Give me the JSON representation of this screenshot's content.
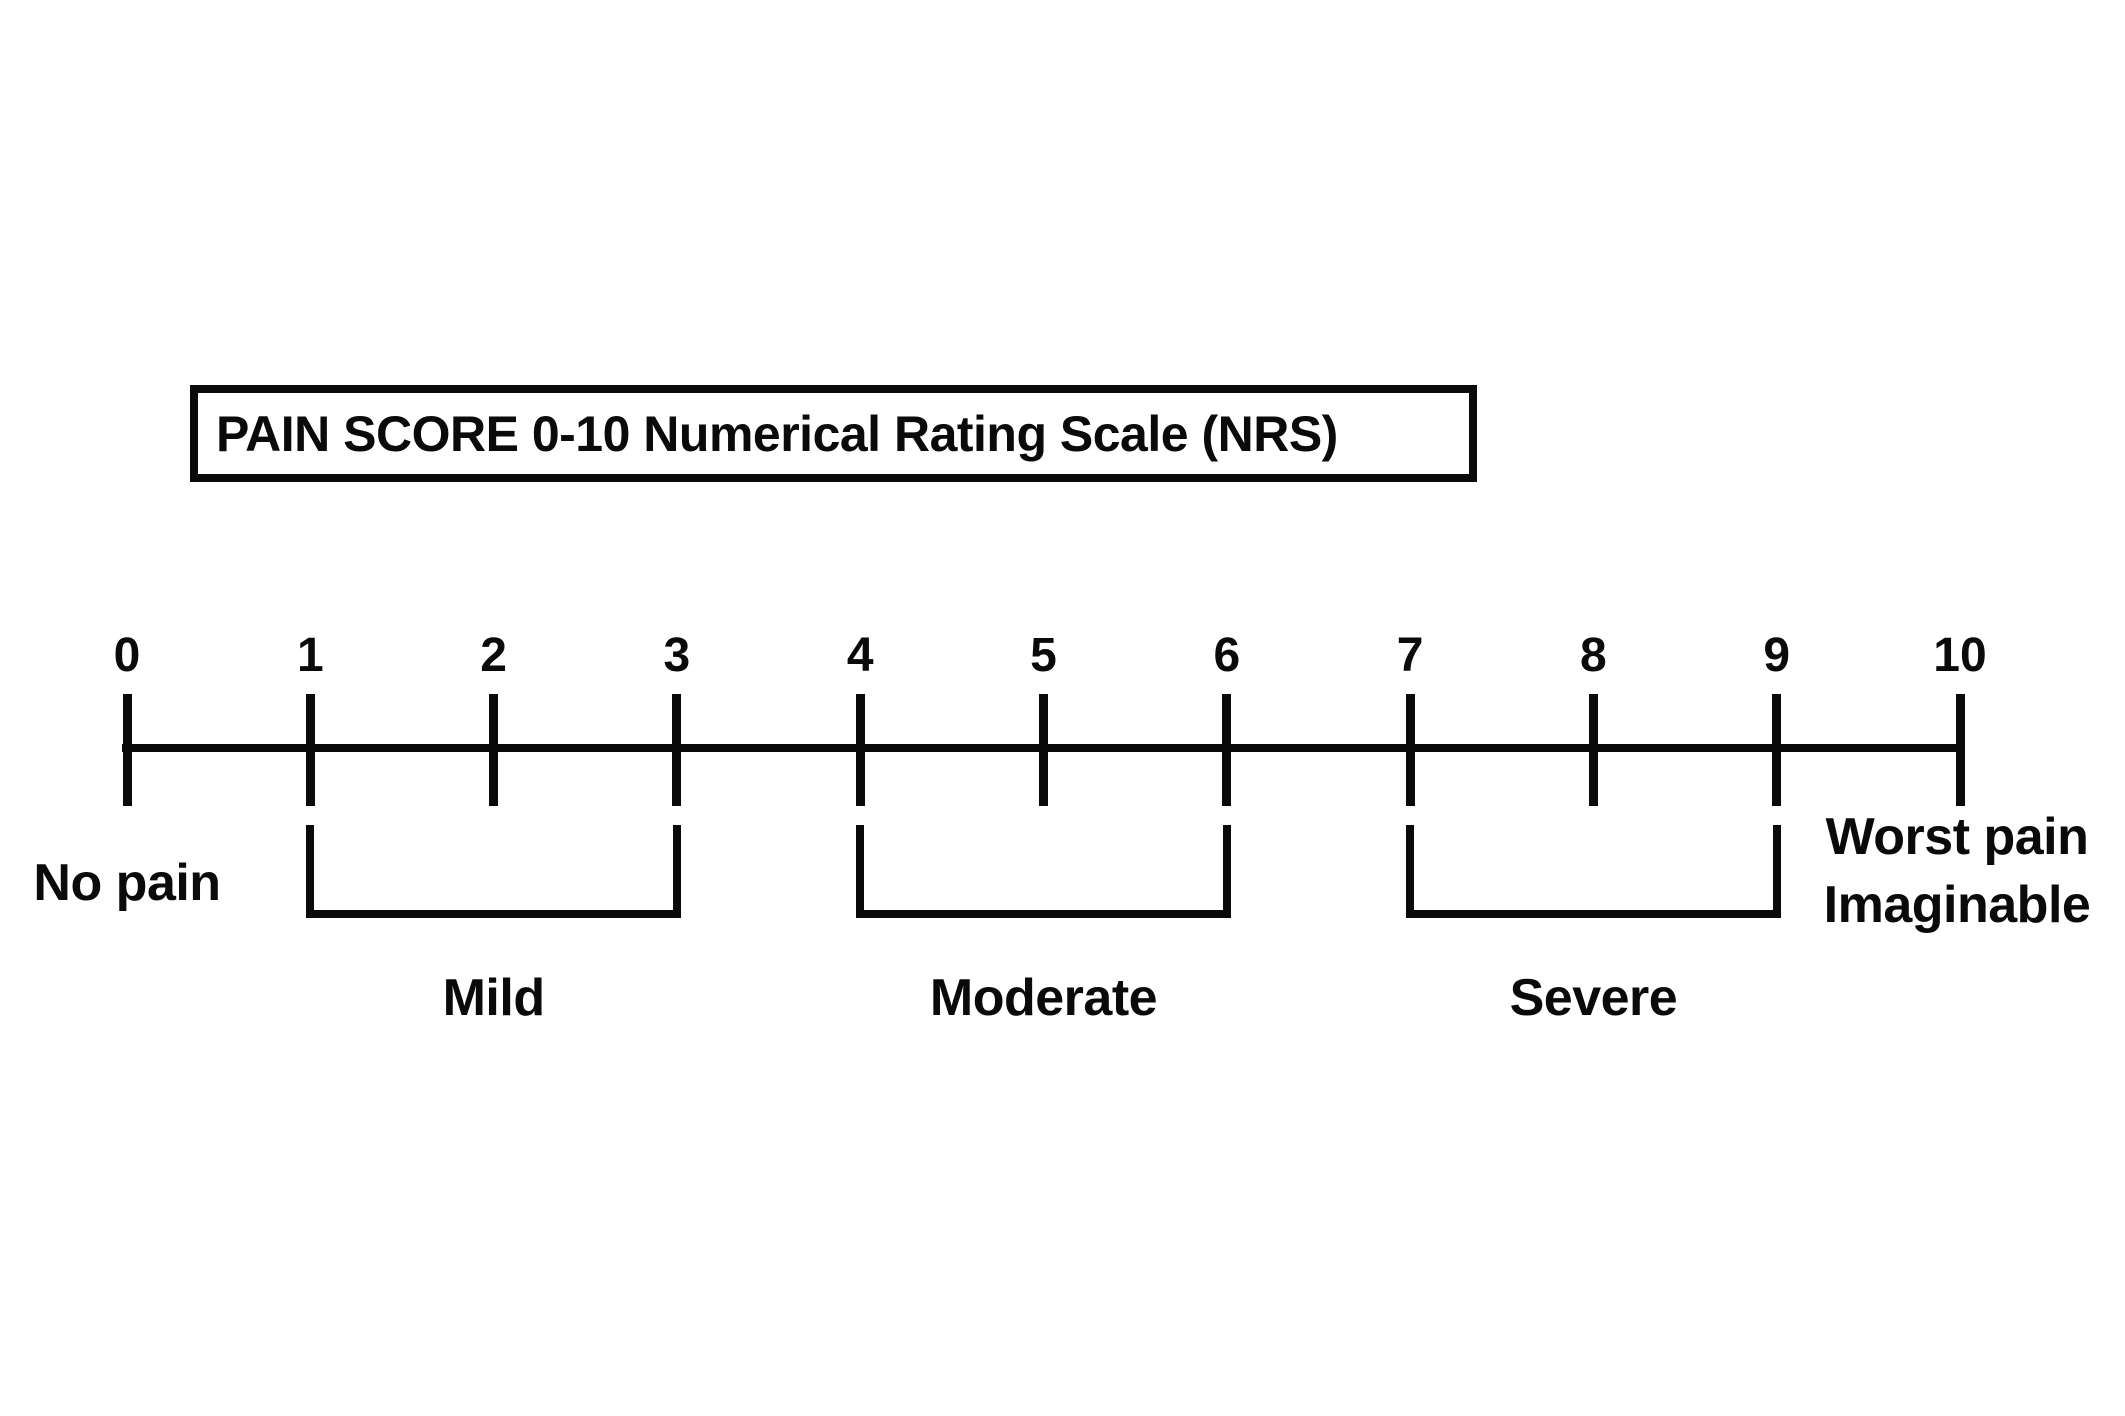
{
  "title": "PAIN SCORE 0-10 Numerical Rating Scale (NRS)",
  "scale": {
    "min": 0,
    "max": 10,
    "tick_labels": [
      "0",
      "1",
      "2",
      "3",
      "4",
      "5",
      "6",
      "7",
      "8",
      "9",
      "10"
    ],
    "min_end_label": "No pain",
    "max_end_label_lines": [
      "Worst pain",
      "Imaginable"
    ]
  },
  "categories": [
    {
      "label": "Mild",
      "from": 1,
      "to": 3
    },
    {
      "label": "Moderate",
      "from": 4,
      "to": 6
    },
    {
      "label": "Severe",
      "from": 7,
      "to": 9
    }
  ],
  "colors": {
    "ink": "#0a0a0a",
    "background": "#ffffff"
  }
}
